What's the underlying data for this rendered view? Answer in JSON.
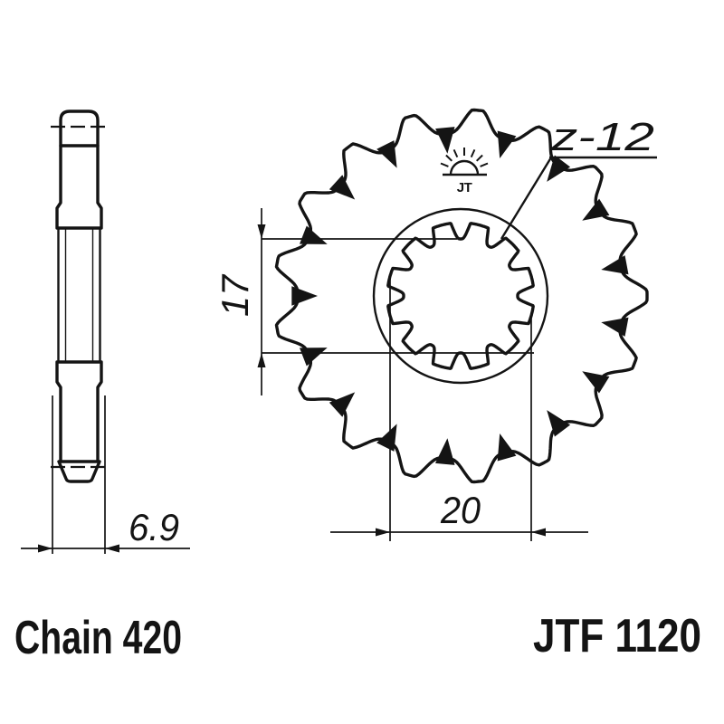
{
  "labels": {
    "teeth": "z-12",
    "chain": "Chain 420",
    "part": "JTF 1120",
    "logo": "JT"
  },
  "dims": {
    "thickness": "6.9",
    "spline_minor": "17",
    "spline_major": "20"
  },
  "colors": {
    "ink": "#141414",
    "background": "#ffffff"
  }
}
